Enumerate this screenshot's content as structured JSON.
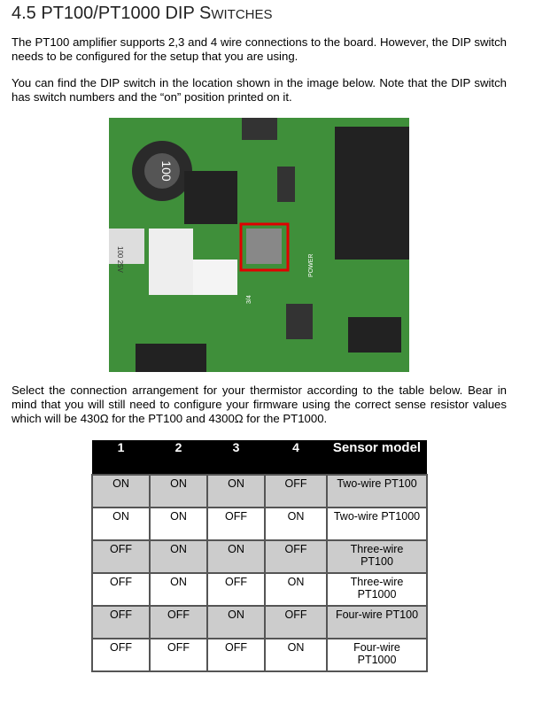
{
  "section": {
    "number": "4.5",
    "title_main": "PT100/PT1000 DIP S",
    "title_smallcaps": "WITCHES"
  },
  "paragraphs": [
    "The PT100 amplifier supports 2,3 and 4 wire connections to the board. However, the DIP switch needs to be configured for the setup that you are using.",
    "You can find the DIP switch in the location shown in the image below. Note that the DIP switch has switch numbers and the “on” position printed on it.",
    "Select the connection arrangement for your thermistor according to the table below. Bear in mind that you will still need to configure your firmware using the correct sense resistor values which will be 430Ω for the PT100 and 4300Ω for the PT1000."
  ],
  "figure": {
    "board_labels": [
      "100",
      "100 25V",
      "POWER",
      "3/4"
    ],
    "highlight_color": "#e00000",
    "board_color": "#3f8f3a"
  },
  "table": {
    "headers": [
      "1",
      "2",
      "3",
      "4",
      "Sensor model"
    ],
    "rows": [
      [
        "ON",
        "ON",
        "ON",
        "OFF",
        "Two-wire PT100"
      ],
      [
        "ON",
        "ON",
        "OFF",
        "ON",
        "Two-wire PT1000"
      ],
      [
        "OFF",
        "ON",
        "ON",
        "OFF",
        "Three-wire PT100"
      ],
      [
        "OFF",
        "ON",
        "OFF",
        "ON",
        "Three-wire PT1000"
      ],
      [
        "OFF",
        "OFF",
        "ON",
        "OFF",
        "Four-wire PT100"
      ],
      [
        "OFF",
        "OFF",
        "OFF",
        "ON",
        "Four-wire PT1000"
      ]
    ]
  }
}
